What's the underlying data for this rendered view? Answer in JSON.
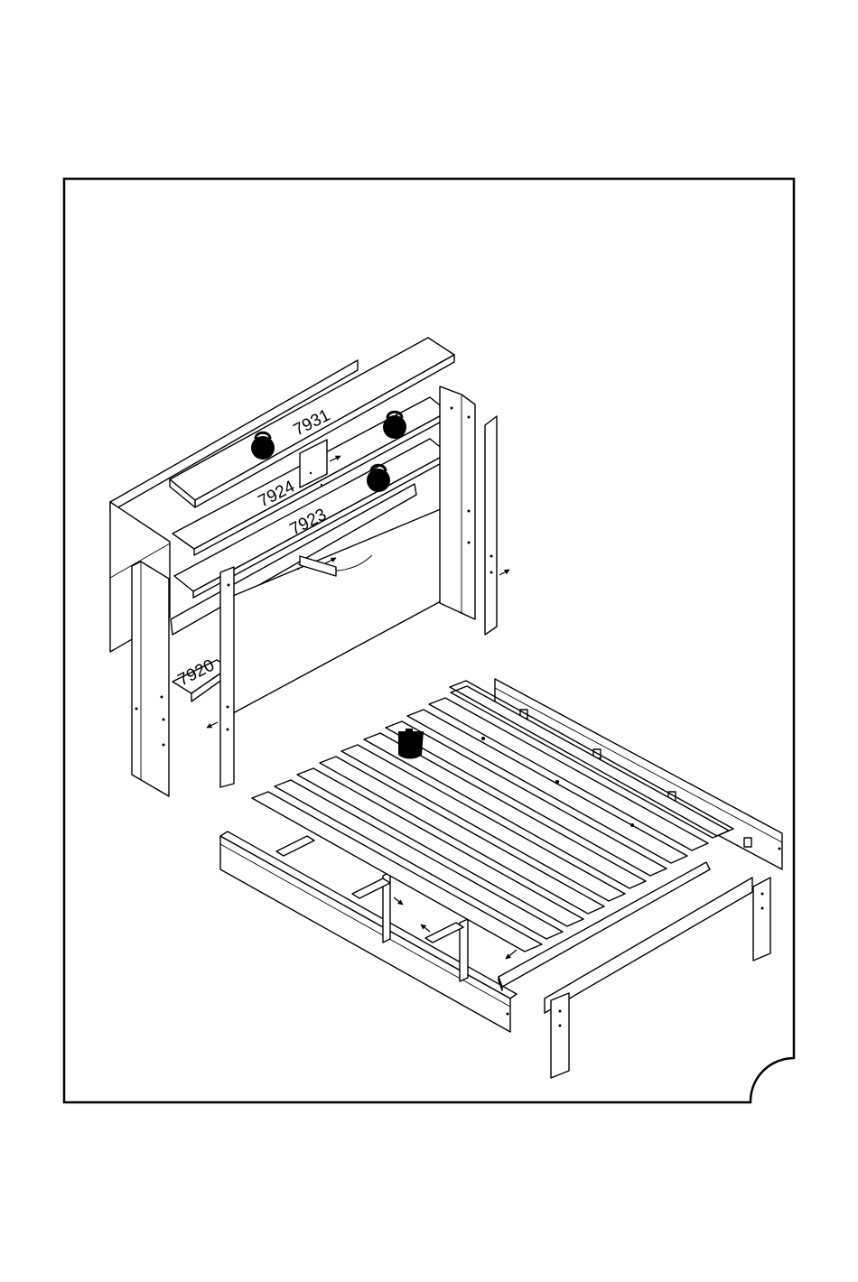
{
  "labels": {
    "p7931": "7931",
    "p7924": "7924",
    "p7923": "7923",
    "p7920": "7920"
  },
  "icons": {
    "weight": "kettlebell-icon",
    "mallet": "rubber-mallet-icon",
    "arrow": "insert-arrow-icon"
  }
}
